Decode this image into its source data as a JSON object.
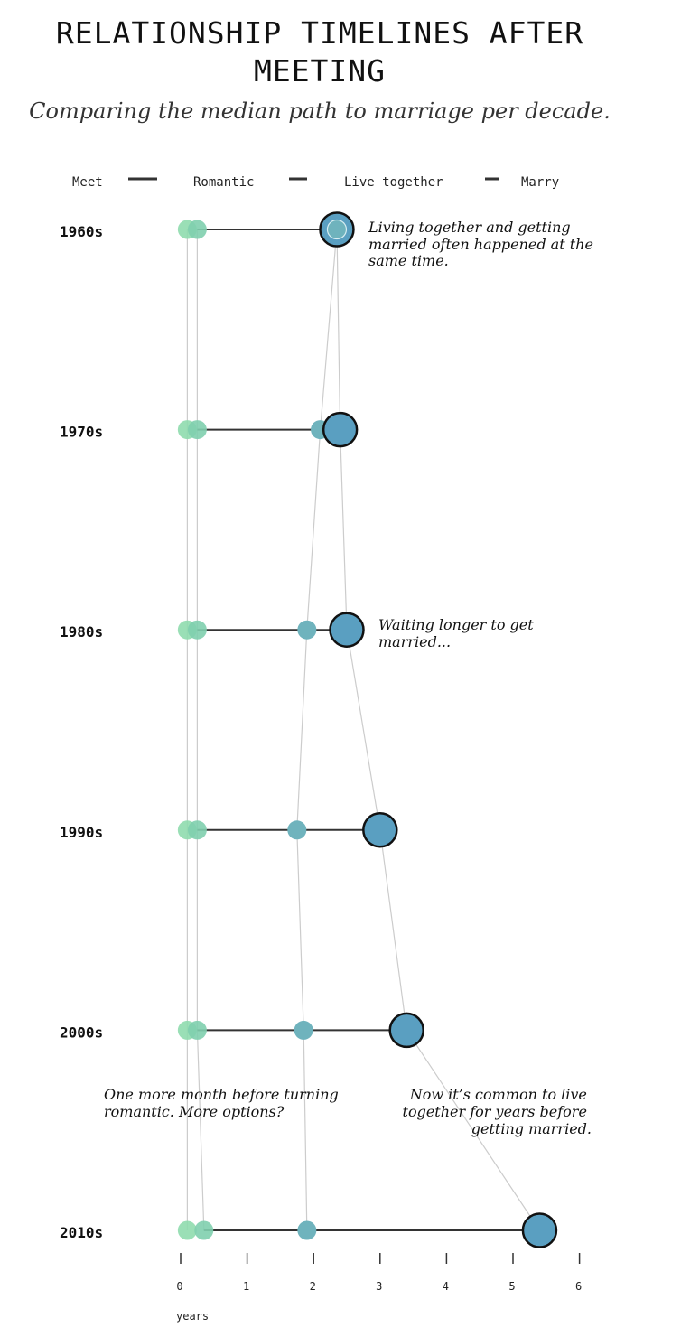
{
  "chart_data": {
    "type": "timeline-dot",
    "title_lines": [
      "RELATIONSHIP TIMELINES AFTER",
      "MEETING"
    ],
    "subtitle": "Comparing the median path to marriage per decade.",
    "legend": [
      "Meet",
      "Romantic",
      "Live together",
      "Marry"
    ],
    "xlabel": "years",
    "xlim": [
      0,
      6
    ],
    "xticks": [
      "0",
      "1",
      "2",
      "3",
      "4",
      "5",
      "6"
    ],
    "rows": [
      {
        "label": "1960s",
        "meet": 0.1,
        "romantic": 0.25,
        "live_together": 2.35,
        "marry": 2.35
      },
      {
        "label": "1970s",
        "meet": 0.1,
        "romantic": 0.25,
        "live_together": 2.1,
        "marry": 2.4
      },
      {
        "label": "1980s",
        "meet": 0.1,
        "romantic": 0.25,
        "live_together": 1.9,
        "marry": 2.5
      },
      {
        "label": "1990s",
        "meet": 0.1,
        "romantic": 0.25,
        "live_together": 1.75,
        "marry": 3.0
      },
      {
        "label": "2000s",
        "meet": 0.1,
        "romantic": 0.25,
        "live_together": 1.85,
        "marry": 3.4
      },
      {
        "label": "2010s",
        "meet": 0.1,
        "romantic": 0.35,
        "live_together": 1.9,
        "marry": 5.4
      }
    ],
    "annotations": [
      {
        "lines": [
          "Living together and getting",
          "married often happened at the",
          "same time."
        ]
      },
      {
        "lines": [
          "Waiting longer to get",
          "married..."
        ]
      },
      {
        "lines": [
          "One more month before turning",
          "romantic. More options?"
        ]
      },
      {
        "lines": [
          "Now it’s common to live",
          "together for years before",
          "getting married."
        ]
      }
    ],
    "colors": {
      "meet": "#8fdcae",
      "romantic": "#7fcfae",
      "live_together": "#6fb3bd",
      "marry": "#5a9fc1",
      "marry_stroke": "#111111",
      "connector": "#cccccc",
      "bar": "#333333"
    }
  }
}
